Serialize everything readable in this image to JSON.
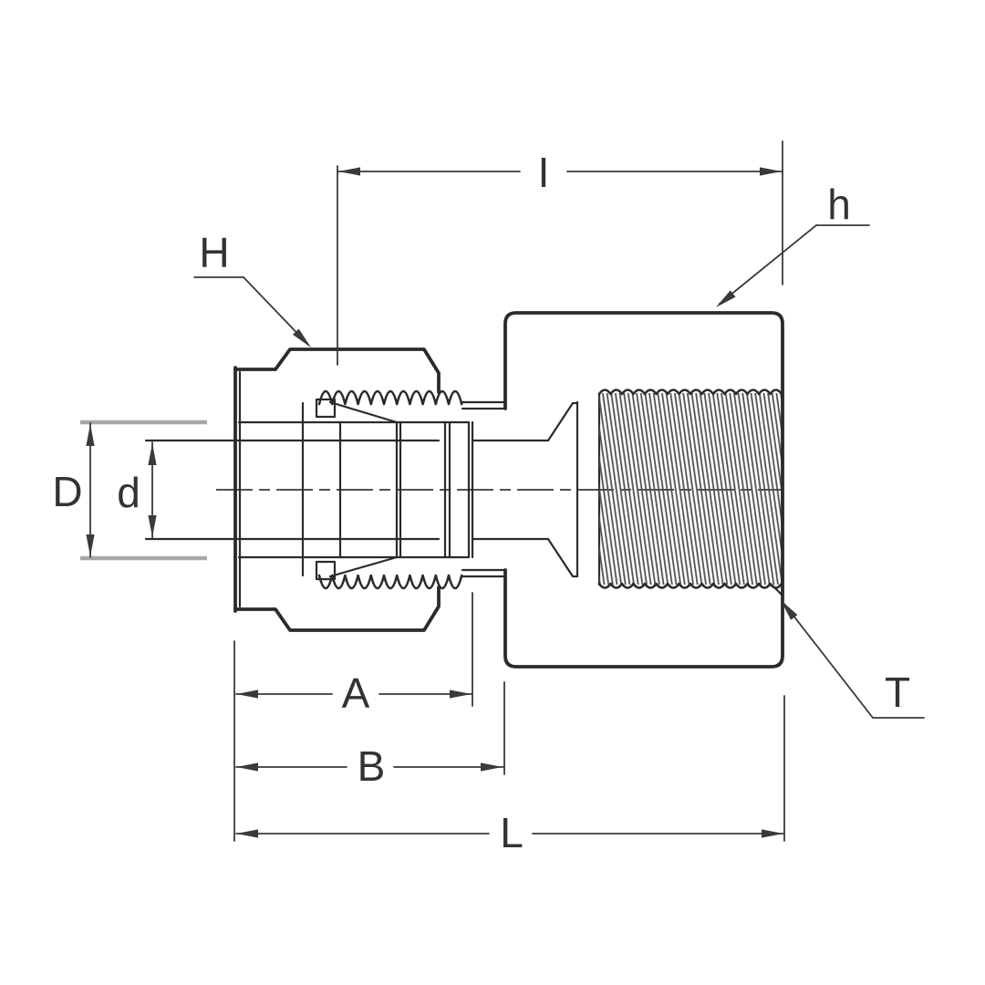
{
  "diagram": {
    "kind": "engineering-cross-section-tube-fitting-female-connector",
    "labels": {
      "insertion_length": "I",
      "body_hex_flats": "h",
      "nut_hex_flats": "H",
      "tube_od": "D",
      "bore_diameter": "d",
      "nut_length": "A",
      "dim_b": "B",
      "overall_length": "L",
      "pipe_thread": "T"
    },
    "colors": {
      "background": "#ffffff",
      "outline": "#2b2b2b",
      "dimension": "#3a3a3a",
      "phantom_tube": "#a8a8a8",
      "thread_hatch": "#4f4f4f",
      "label_text": "#333333"
    }
  }
}
